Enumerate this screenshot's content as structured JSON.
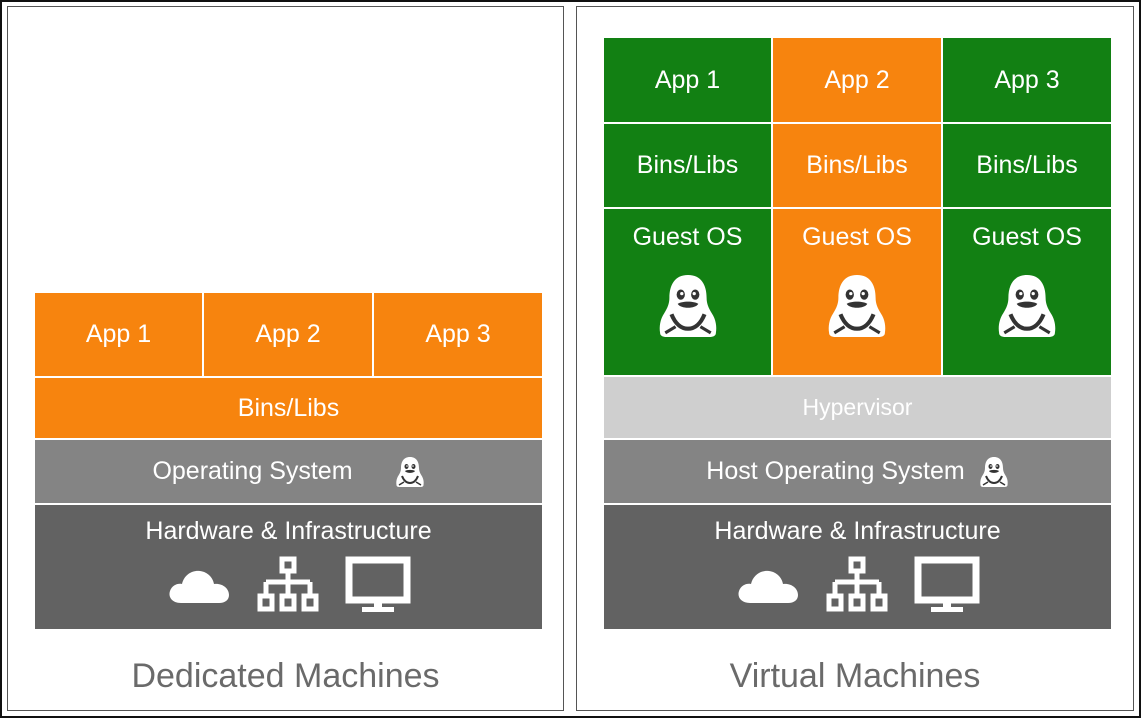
{
  "dedicated": {
    "apps": [
      "App 1",
      "App 2",
      "App 3"
    ],
    "bins": "Bins/Libs",
    "os": "Operating System",
    "hardware": "Hardware & Infrastructure",
    "caption": "Dedicated Machines"
  },
  "virtual": {
    "apps": [
      "App 1",
      "App 2",
      "App 3"
    ],
    "bins": [
      "Bins/Libs",
      "Bins/Libs",
      "Bins/Libs"
    ],
    "guest_os": [
      "Guest OS",
      "Guest OS",
      "Guest OS"
    ],
    "hypervisor": "Hypervisor",
    "host_os": "Host Operating System",
    "hardware": "Hardware & Infrastructure",
    "caption": "Virtual Machines"
  },
  "icons": [
    "linux-tux-icon",
    "cloud-icon",
    "network-hierarchy-icon",
    "monitor-icon"
  ],
  "colors": {
    "orange": "#f7840e",
    "green": "#128013",
    "os_gray": "#848484",
    "hardware_gray": "#626262",
    "hypervisor_gray": "#cfcfcf"
  }
}
